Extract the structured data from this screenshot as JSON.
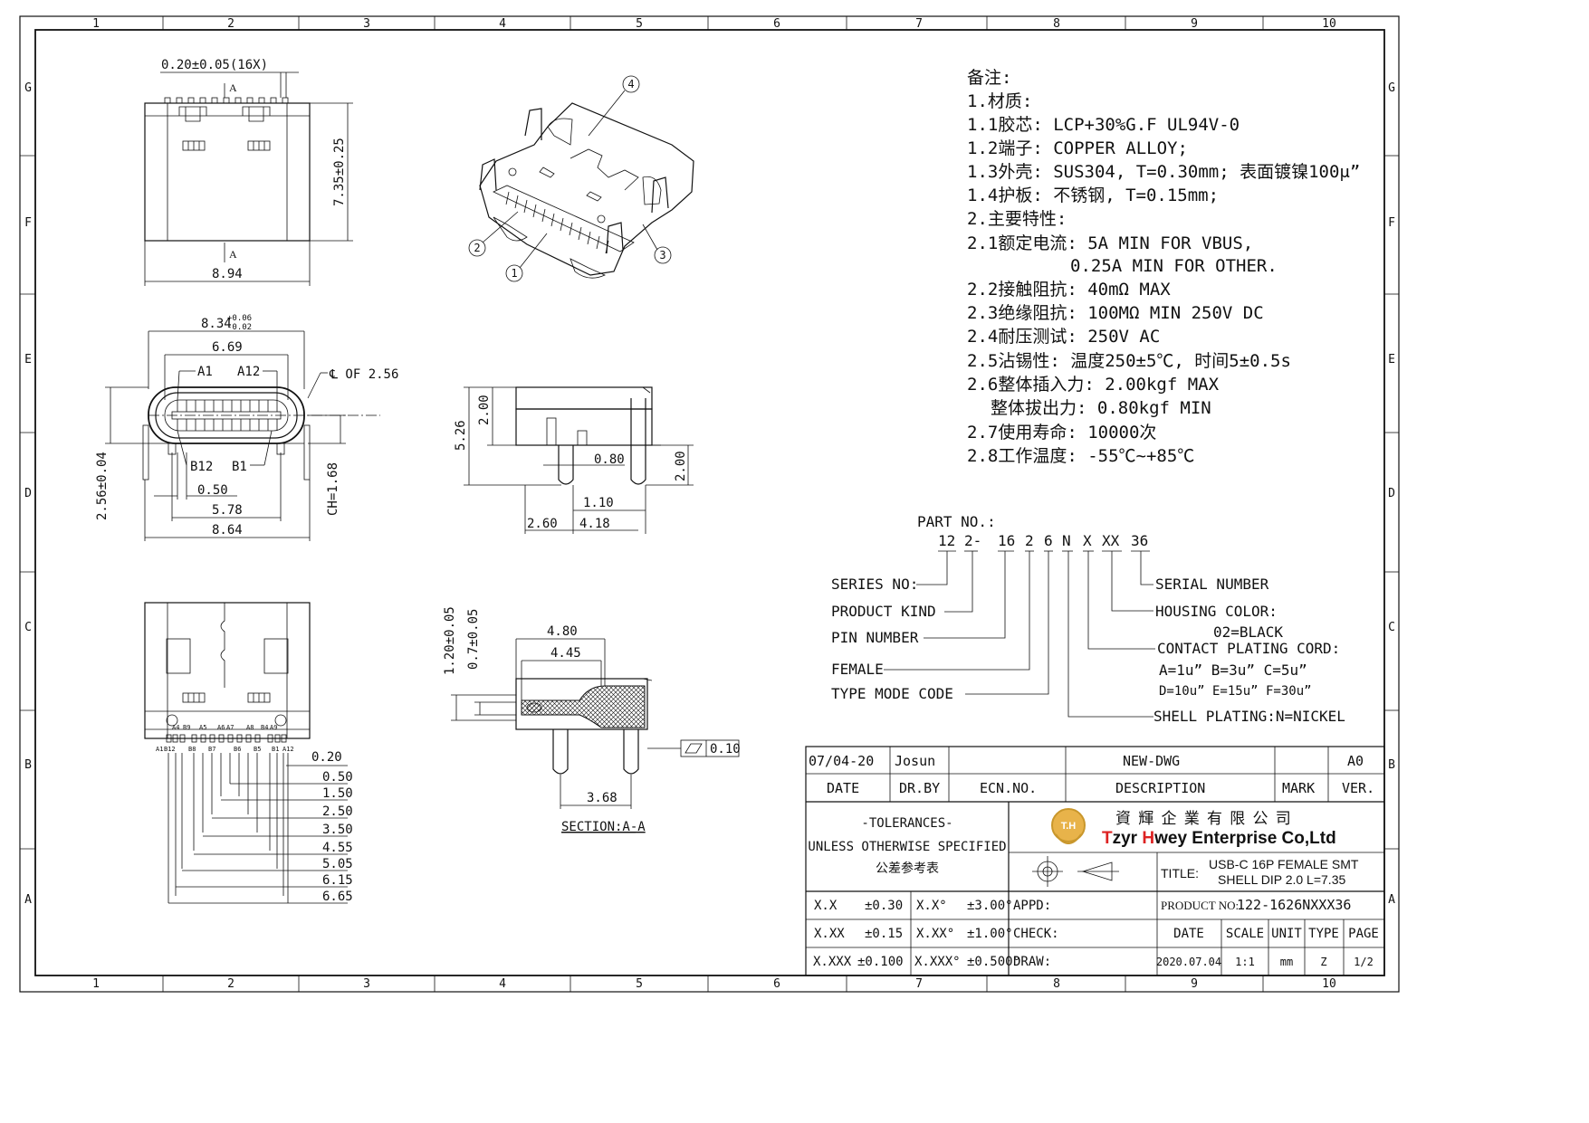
{
  "frame": {
    "col_labels": [
      "1",
      "2",
      "3",
      "4",
      "5",
      "6",
      "7",
      "8",
      "9",
      "10"
    ],
    "row_labels": [
      "G",
      "F",
      "E",
      "D",
      "C",
      "B",
      "A"
    ]
  },
  "top_view": {
    "pin_width": "0.20±0.05(16X)",
    "section_mark": "A",
    "height": "7.35±0.25",
    "width": "8.94"
  },
  "front_view": {
    "outer_width_base": "8.34",
    "outer_width_plus": "+0.06",
    "outer_width_minus": "-0.02",
    "inner_width": "6.69",
    "pin_a1": "A1",
    "pin_a12": "A12",
    "centerline": "℄ OF 2.56",
    "pin_b12": "B12",
    "pin_b1": "B1",
    "height": "2.56±0.04",
    "ch": "CH=1.68",
    "pitch": "0.50",
    "span_1": "5.78",
    "span_2": "8.64"
  },
  "side_view": {
    "height_total": "5.26",
    "height_upper": "2.00",
    "pin_width": "0.80",
    "pin_length": "2.00",
    "pin_gap": "1.10",
    "dist_a": "2.60",
    "dist_b": "4.18"
  },
  "bottom_view": {
    "pin_labels": [
      "A1",
      "B12",
      "B9",
      "A4",
      "A5",
      "B8",
      "A6",
      "A7",
      "B7",
      "B6",
      "B5",
      "A8",
      "B4",
      "A9",
      "B1",
      "A12"
    ],
    "dims": [
      "0.20",
      "0.50",
      "1.50",
      "2.50",
      "3.50",
      "4.55",
      "5.05",
      "6.15",
      "6.65"
    ]
  },
  "section_view": {
    "dim_a": "1.20±0.05",
    "dim_b": "0.7±0.05",
    "width_1": "4.80",
    "width_2": "4.45",
    "flatness": "0.10",
    "pitch": "3.68",
    "caption": "SECTION:A-A"
  },
  "balloons": [
    "1",
    "2",
    "3",
    "4"
  ],
  "notes": [
    "备注:",
    "1.材质:",
    "1.1胶芯: LCP+30%G.F UL94V-0",
    "1.2端子: COPPER ALLOY;",
    "1.3外壳: SUS304, T=0.30mm; 表面镀镍100μ”",
    "1.4护板: 不锈钢, T=0.15mm;",
    "2.主要特性:",
    "2.1额定电流: 5A MIN FOR VBUS,",
    "0.25A MIN FOR OTHER.",
    "2.2接触阻抗: 40mΩ MAX",
    "2.3绝缘阻抗: 100MΩ MIN 250V DC",
    "2.4耐压测试: 250V AC",
    "2.5沾锡性: 温度250±5℃, 时间5±0.5s",
    "2.6整体插入力: 2.00kgf MAX",
    "整体拔出力: 0.80kgf MIN",
    "2.7使用寿命: 10000次",
    "2.8工作温度: -55℃~+85℃"
  ],
  "part_number": {
    "title": "PART NO.:",
    "segments": [
      "12",
      "2-",
      "16",
      "2",
      "6",
      "N",
      "X",
      "XX",
      "36"
    ],
    "fields_left": [
      "SERIES NO:",
      "PRODUCT KIND",
      "PIN NUMBER",
      "FEMALE",
      "TYPE MODE CODE"
    ],
    "fields_right": [
      "SERIAL NUMBER",
      "HOUSING COLOR:",
      "02=BLACK",
      "CONTACT PLATING CORD:",
      "A=1u”  B=3u”  C=5u”",
      "D=10u” E=15u” F=30u”",
      "SHELL PLATING:N=NICKEL"
    ]
  },
  "title_block": {
    "rev_date": "07/04-20",
    "rev_by": "Josun",
    "rev_desc": "NEW-DWG",
    "rev_ver": "A0",
    "hdr_date": "DATE",
    "hdr_drby": "DR.BY",
    "hdr_ecn": "ECN.NO.",
    "hdr_desc": "DESCRIPTION",
    "hdr_mark": "MARK",
    "hdr_ver": "VER.",
    "tol_title": "-TOLERANCES-",
    "tol_sub": "UNLESS OTHERWISE SPECIFIED",
    "tol_cn": "公差参考表",
    "logo_mark": "T.H",
    "company_cn": "資 輝 企 業 有 限 公 司",
    "company_en_t": "T",
    "company_en_rest": "zyr ",
    "company_en_h": "H",
    "company_en_tail": "wey Enterprise Co,Ltd",
    "title_label": "TITLE:",
    "title_line1": "USB-C 16P FEMALE SMT",
    "title_line2": "SHELL DIP 2.0  L=7.35",
    "tol_rows": [
      {
        "a": "X.X",
        "b": "±0.30",
        "c": "X.X°",
        "d": "±3.00°"
      },
      {
        "a": "X.XX",
        "b": "±0.15",
        "c": "X.XX°",
        "d": "±1.00°"
      },
      {
        "a": "X.XXX",
        "b": "±0.100",
        "c": "X.XXX°",
        "d": "±0.500°"
      }
    ],
    "appd": "APPD:",
    "check": "CHECK:",
    "draw": "DRAW:",
    "product_no_label": "PRODUCT NO:",
    "product_no": "122-1626NXXX36",
    "col_date": "DATE",
    "col_scale": "SCALE",
    "col_unit": "UNIT",
    "col_type": "TYPE",
    "col_page": "PAGE",
    "val_date": "2020.07.04",
    "val_scale": "1:1",
    "val_unit": "mm",
    "val_type": "Z",
    "val_page": "1/2"
  }
}
